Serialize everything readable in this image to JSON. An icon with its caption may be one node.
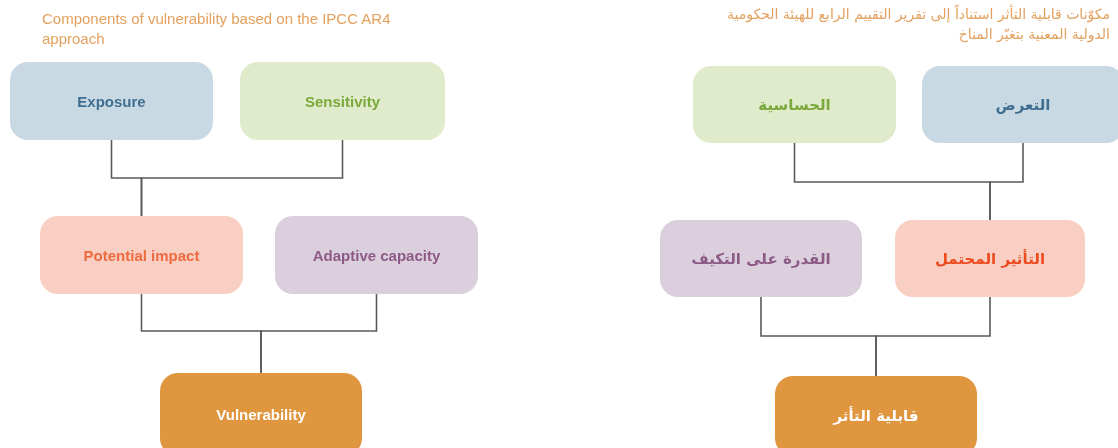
{
  "diagram": {
    "title": "Components of vulnerability based on the IPCC AR4 approach",
    "nodes": [
      {
        "text": [
          "Exposure"
        ]
      },
      {
        "text": [
          "Sensitivity"
        ]
      },
      {
        "text": [
          "Potential impact"
        ]
      },
      {
        "text": [
          "Adaptive capacity"
        ]
      },
      {
        "text": [
          "Vulnerability"
        ]
      },
      {
        "text": [
          "التعرض"
        ]
      },
      {
        "text": [
          "الحساسية"
        ]
      },
      {
        "text": [
          "التأثير المحتمل"
        ]
      },
      {
        "text": [
          "القدرة على التكيف"
        ]
      },
      {
        "text": [
          "قابلية التأثر"
        ]
      }
    ],
    "edges": [
      {
        "from": 0,
        "to": 2,
        "arrow": "none"
      },
      {
        "from": 1,
        "to": 2,
        "arrow": "none"
      },
      {
        "from": 2,
        "to": 4,
        "arrow": "none"
      },
      {
        "from": 3,
        "to": 4,
        "arrow": "none"
      },
      {
        "from": 5,
        "to": 7,
        "arrow": "none"
      },
      {
        "from": 6,
        "to": 7,
        "arrow": "none"
      },
      {
        "from": 7,
        "to": 9,
        "arrow": "none"
      },
      {
        "from": 8,
        "to": 9,
        "arrow": "none"
      }
    ],
    "labels": [
      "مكوّنات قابلية التأثر استناداً إلى تقرير التقييم الرابع للهيئة الحكومية الدولية المعنية بتغيّر المناخ"
    ]
  }
}
